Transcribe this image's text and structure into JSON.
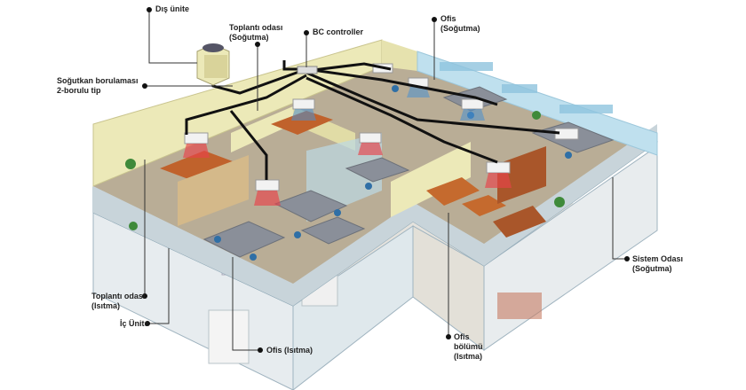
{
  "labels": {
    "outdoor_unit": "Dış ünite",
    "meeting_room_cooling": {
      "line1": "Toplantı odası",
      "line2": "(Soğutma)"
    },
    "bc_controller": "BC controller",
    "office_cooling": {
      "line1": "Ofis",
      "line2": "(Soğutma)"
    },
    "refrigerant_piping": {
      "line1": "Soğutkan borulaması",
      "line2": "2-borulu tip"
    },
    "meeting_room_heating": {
      "line1": "Toplantı odası",
      "line2": "(Isıtma)"
    },
    "indoor_unit": "İç Ünite",
    "office_heating": "Ofis (Isıtma)",
    "office_section_heating": {
      "line1": "Ofis",
      "line2": "bölümü",
      "line3": "(Isıtma)"
    },
    "system_room_cooling": {
      "line1": "Sistem Odası",
      "line2": "(Soğutma)"
    }
  },
  "colors": {
    "wall": "#ece9b8",
    "floor": "#b7ab94",
    "glass": "#bfe0ee",
    "pipe": "#111111",
    "furniture_wood": "#c0622c",
    "partition": "#8a8f99"
  }
}
